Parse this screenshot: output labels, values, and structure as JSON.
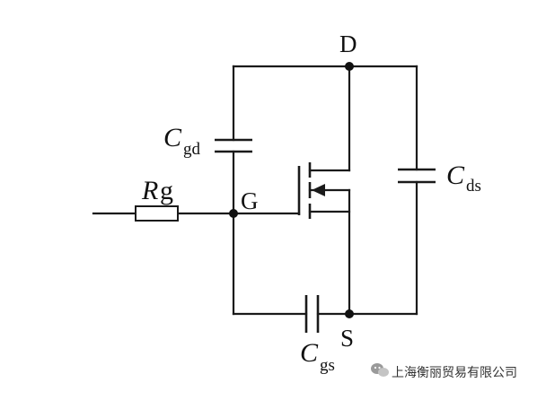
{
  "nodes": {
    "drain": "D",
    "gate": "G",
    "source": "S"
  },
  "components": {
    "cgd": {
      "main": "C",
      "sub": "gd"
    },
    "cds": {
      "main": "C",
      "sub": "ds"
    },
    "cgs": {
      "main": "C",
      "sub": "gs"
    },
    "rg": {
      "main": "R",
      "sub": "g"
    }
  },
  "watermark": {
    "text": "上海衡丽贸易有限公司",
    "icon": "wechat-icon"
  },
  "colors": {
    "line": "#1a1a1a"
  }
}
